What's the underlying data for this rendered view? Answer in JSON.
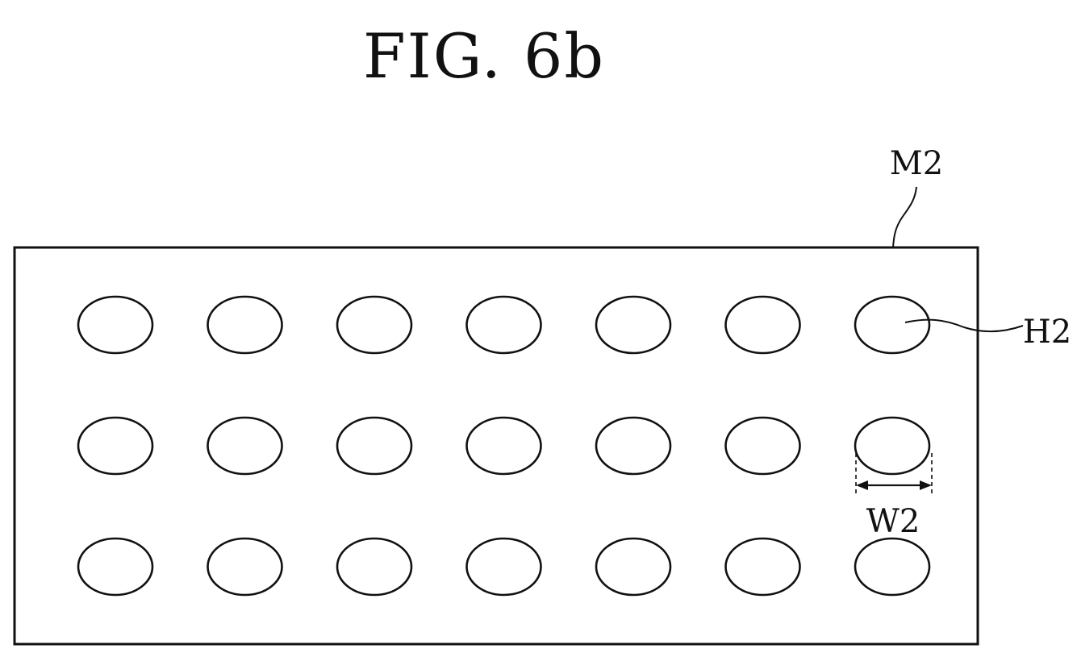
{
  "figure": {
    "title": "FIG. 6b",
    "labels": {
      "mask": "M2",
      "hole": "H2",
      "width": "W2"
    },
    "grid": {
      "rows": 3,
      "columns": 7
    }
  }
}
